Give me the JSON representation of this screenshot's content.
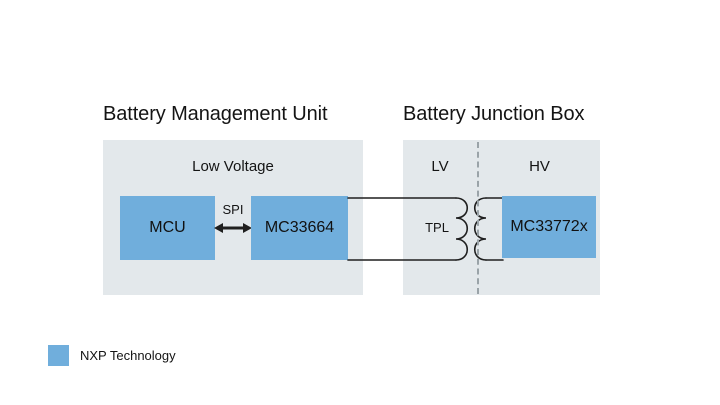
{
  "diagram": {
    "sections": [
      {
        "id": "bmu",
        "title": "Battery Management Unit",
        "heading": "Low Voltage"
      },
      {
        "id": "bjb",
        "title": "Battery Junction Box",
        "heading_lv": "LV",
        "heading_hv": "HV"
      }
    ],
    "blocks": [
      {
        "id": "mcu",
        "label": "MCU",
        "kind": "nxp-technology"
      },
      {
        "id": "mc33664",
        "label": "MC33664",
        "kind": "nxp-technology"
      },
      {
        "id": "mc33772x",
        "label": "MC33772x",
        "kind": "nxp-technology"
      }
    ],
    "connections": [
      {
        "id": "spi",
        "label": "SPI",
        "style": "bidirectional-arrow",
        "from": "mcu",
        "to": "mc33664"
      },
      {
        "id": "tpl",
        "label": "TPL",
        "style": "twisted-pair-transformer",
        "from": "mc33664",
        "to": "mc33772x"
      }
    ],
    "isolation_divider": {
      "style": "dashed",
      "separates": [
        "LV",
        "HV"
      ]
    },
    "transformer": {
      "primary_turns": 3,
      "secondary_turns": 3
    }
  },
  "legend": {
    "items": [
      {
        "label": "NXP Technology",
        "color": "#70aedc"
      }
    ]
  },
  "colors": {
    "nxp_blue": "#70aedc",
    "panel_gray": "#e3e8eb",
    "background": "#ffffff",
    "wire": "#1f1f1f",
    "divider": "#9aa3a8",
    "text": "#141414"
  }
}
